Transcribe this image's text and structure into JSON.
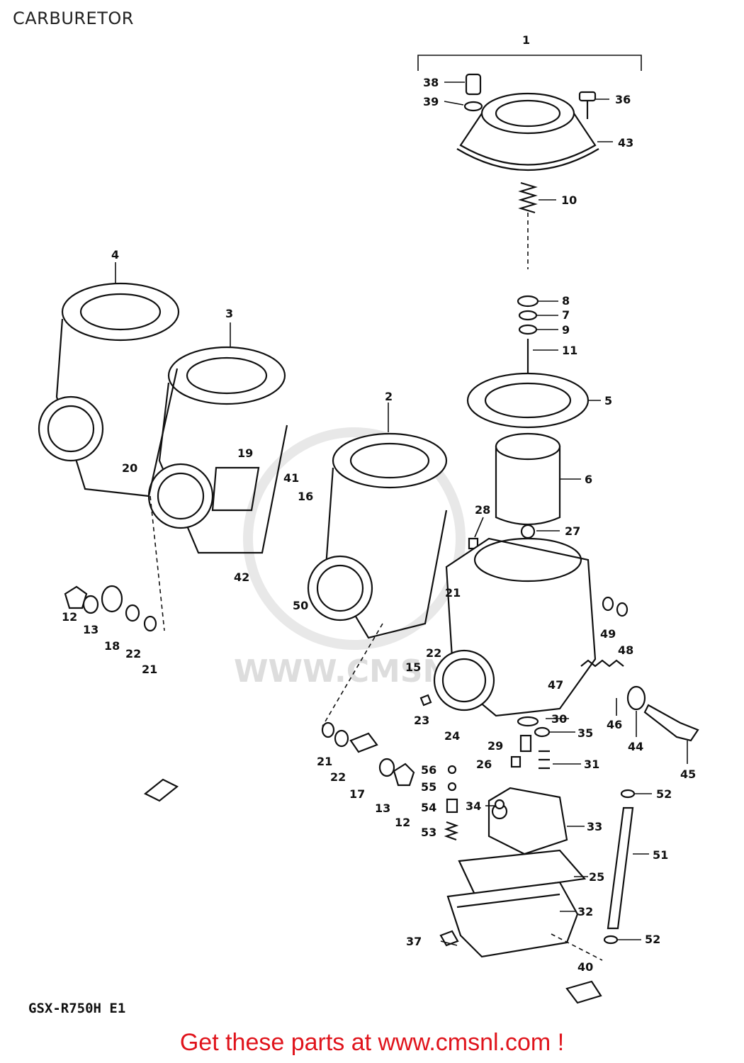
{
  "header": {
    "title": "CARBURETOR"
  },
  "footer": {
    "model_code": "GSX-R750H E1",
    "cta": "Get these parts at www.cmsnl.com !"
  },
  "watermark": {
    "text": "WWW.CMSNL.COM"
  },
  "colors": {
    "cta": "#e0141c",
    "line": "#111111",
    "watermark": "#cfcfcf"
  },
  "labels": {
    "p1": "1",
    "p2": "2",
    "p3": "3",
    "p4": "4",
    "p5": "5",
    "p6": "6",
    "p7": "7",
    "p8": "8",
    "p9": "9",
    "p10": "10",
    "p11": "11",
    "p12a": "12",
    "p12b": "12",
    "p13a": "13",
    "p13b": "13",
    "p15": "15",
    "p16": "16",
    "p17": "17",
    "p18": "18",
    "p19": "19",
    "p20": "20",
    "p21a": "21",
    "p21b": "21",
    "p21c": "21",
    "p22a": "22",
    "p22b": "22",
    "p22c": "22",
    "p23": "23",
    "p24": "24",
    "p25": "25",
    "p26": "26",
    "p27": "27",
    "p28": "28",
    "p29": "29",
    "p30": "30",
    "p31": "31",
    "p32": "32",
    "p33": "33",
    "p34": "34",
    "p35": "35",
    "p36": "36",
    "p37": "37",
    "p38": "38",
    "p39": "39",
    "p40": "40",
    "p41": "41",
    "p42": "42",
    "p43": "43",
    "p44": "44",
    "p45": "45",
    "p46": "46",
    "p47": "47",
    "p48": "48",
    "p49": "49",
    "p50": "50",
    "p51": "51",
    "p52a": "52",
    "p52b": "52",
    "p53": "53",
    "p54": "54",
    "p55": "55",
    "p56": "56"
  }
}
